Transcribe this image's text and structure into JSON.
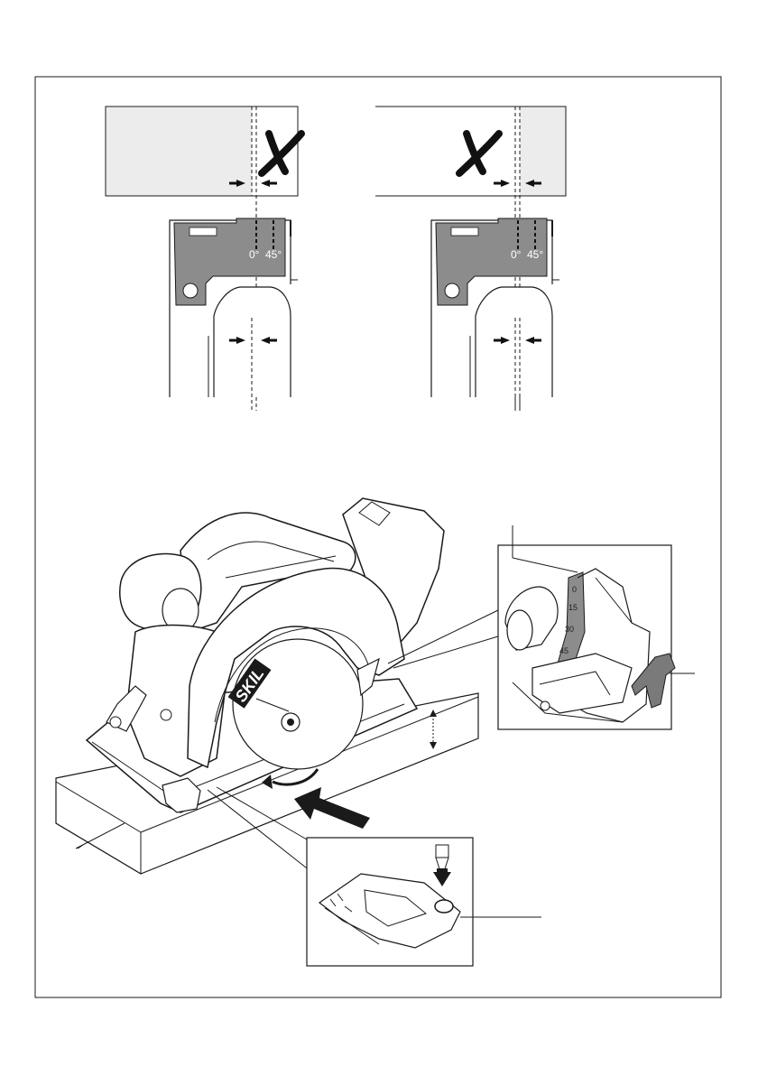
{
  "figure": {
    "panels": [
      {
        "id": "left-alignment-panel",
        "mark": "✗",
        "scale_labels": [
          "0°",
          "45°"
        ]
      },
      {
        "id": "right-alignment-panel",
        "mark": "✗",
        "scale_labels": [
          "0°",
          "45°"
        ]
      }
    ],
    "saw": {
      "brand_logo": "SKIL",
      "bevel_scale_labels": [
        "0",
        "15",
        "30",
        "45"
      ]
    }
  },
  "colors": {
    "line": "#1a1a1a",
    "tool_gray": "#8c8c8c",
    "dark_gray": "#5a5a5a",
    "light_panel": "#ececec",
    "background": "#ffffff"
  }
}
